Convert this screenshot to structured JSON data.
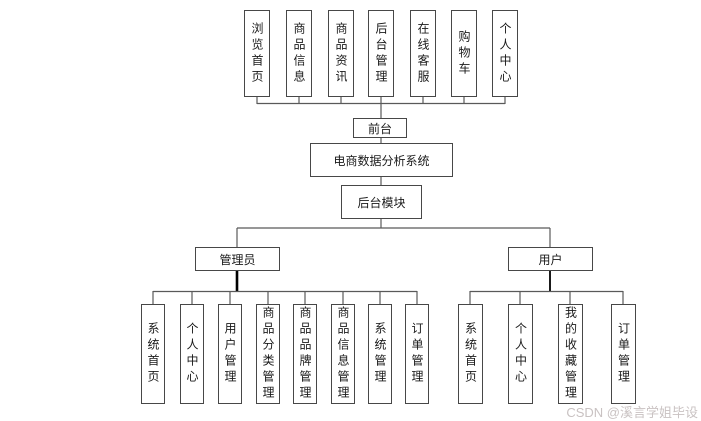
{
  "diagram": {
    "front_modules": [
      "浏览首页",
      "商品信息",
      "商品资讯",
      "后台管理",
      "在线客服",
      "购物车",
      "个人中心"
    ],
    "front_label": "前台",
    "root_label": "电商数据分析系统",
    "back_label": "后台模块",
    "admin_label": "管理员",
    "user_label": "用户",
    "admin_modules": [
      "系统首页",
      "个人中心",
      "用户管理",
      "商品分类管理",
      "商品品牌管理",
      "商品信息管理",
      "系统管理",
      "订单管理"
    ],
    "user_modules": [
      "系统首页",
      "个人中心",
      "我的收藏管理",
      "订单管理"
    ]
  },
  "watermark": "CSDN @溪言学姐毕设",
  "colors": {
    "background": "#ffffff",
    "border": "#474747",
    "line": "#595959",
    "trunk": "#000000",
    "text": "#1a1a1a",
    "watermark": "#c9c2c2"
  }
}
